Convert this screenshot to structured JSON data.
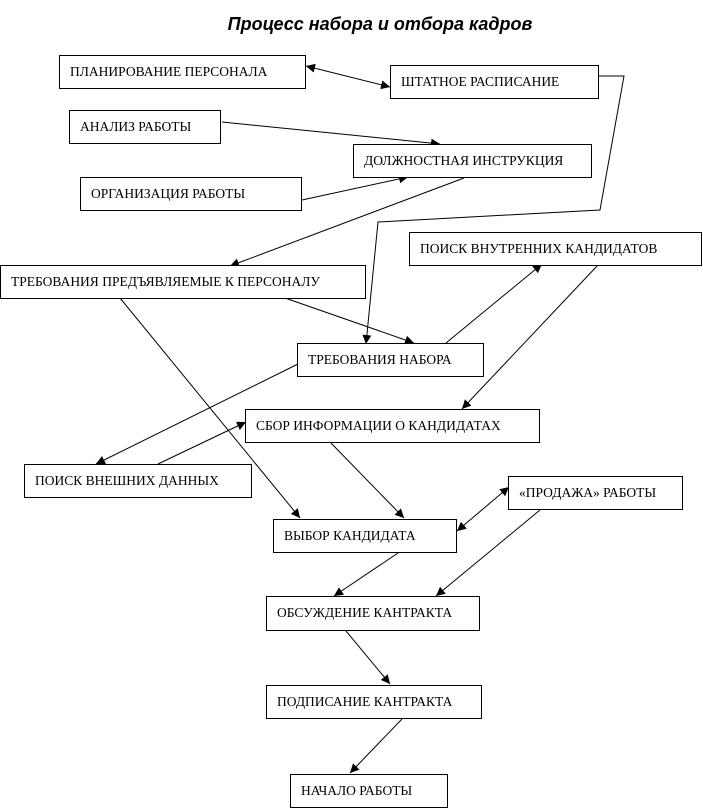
{
  "title": "Процесс набора и отбора кадров",
  "nodes": {
    "planning": "ПЛАНИРОВАНИЕ ПЕРСОНАЛА",
    "staffing": "ШТАТНОЕ РАСПИСАНИЕ",
    "job_analysis": "АНАЛИЗ РАБОТЫ",
    "job_description": "ДОЛЖНОСТНАЯ ИНСТРУКЦИЯ",
    "work_organization": "ОРГАНИЗАЦИЯ РАБОТЫ",
    "personnel_requirements": "ТРЕБОВАНИЯ ПРЕДЪЯВЛЯЕМЫЕ К ПЕРСОНАЛУ",
    "internal_search": "ПОИСК ВНУТРЕННИХ КАНДИДАТОВ",
    "recruitment_requirements": "ТРЕБОВАНИЯ НАБОРА",
    "candidate_info": "СБОР ИНФОРМАЦИИ О КАНДИДАТАХ",
    "external_search": "ПОИСК ВНЕШНИХ ДАННЫХ",
    "job_selling": "«ПРОДАЖА» РАБОТЫ",
    "candidate_selection": "ВЫБОР КАНДИДАТА",
    "contract_discussion": "ОБСУЖДЕНИЕ КАНТРАКТА",
    "contract_signing": "ПОДПИСАНИЕ КАНТРАКТА",
    "work_start": "НАЧАЛО РАБОТЫ"
  }
}
